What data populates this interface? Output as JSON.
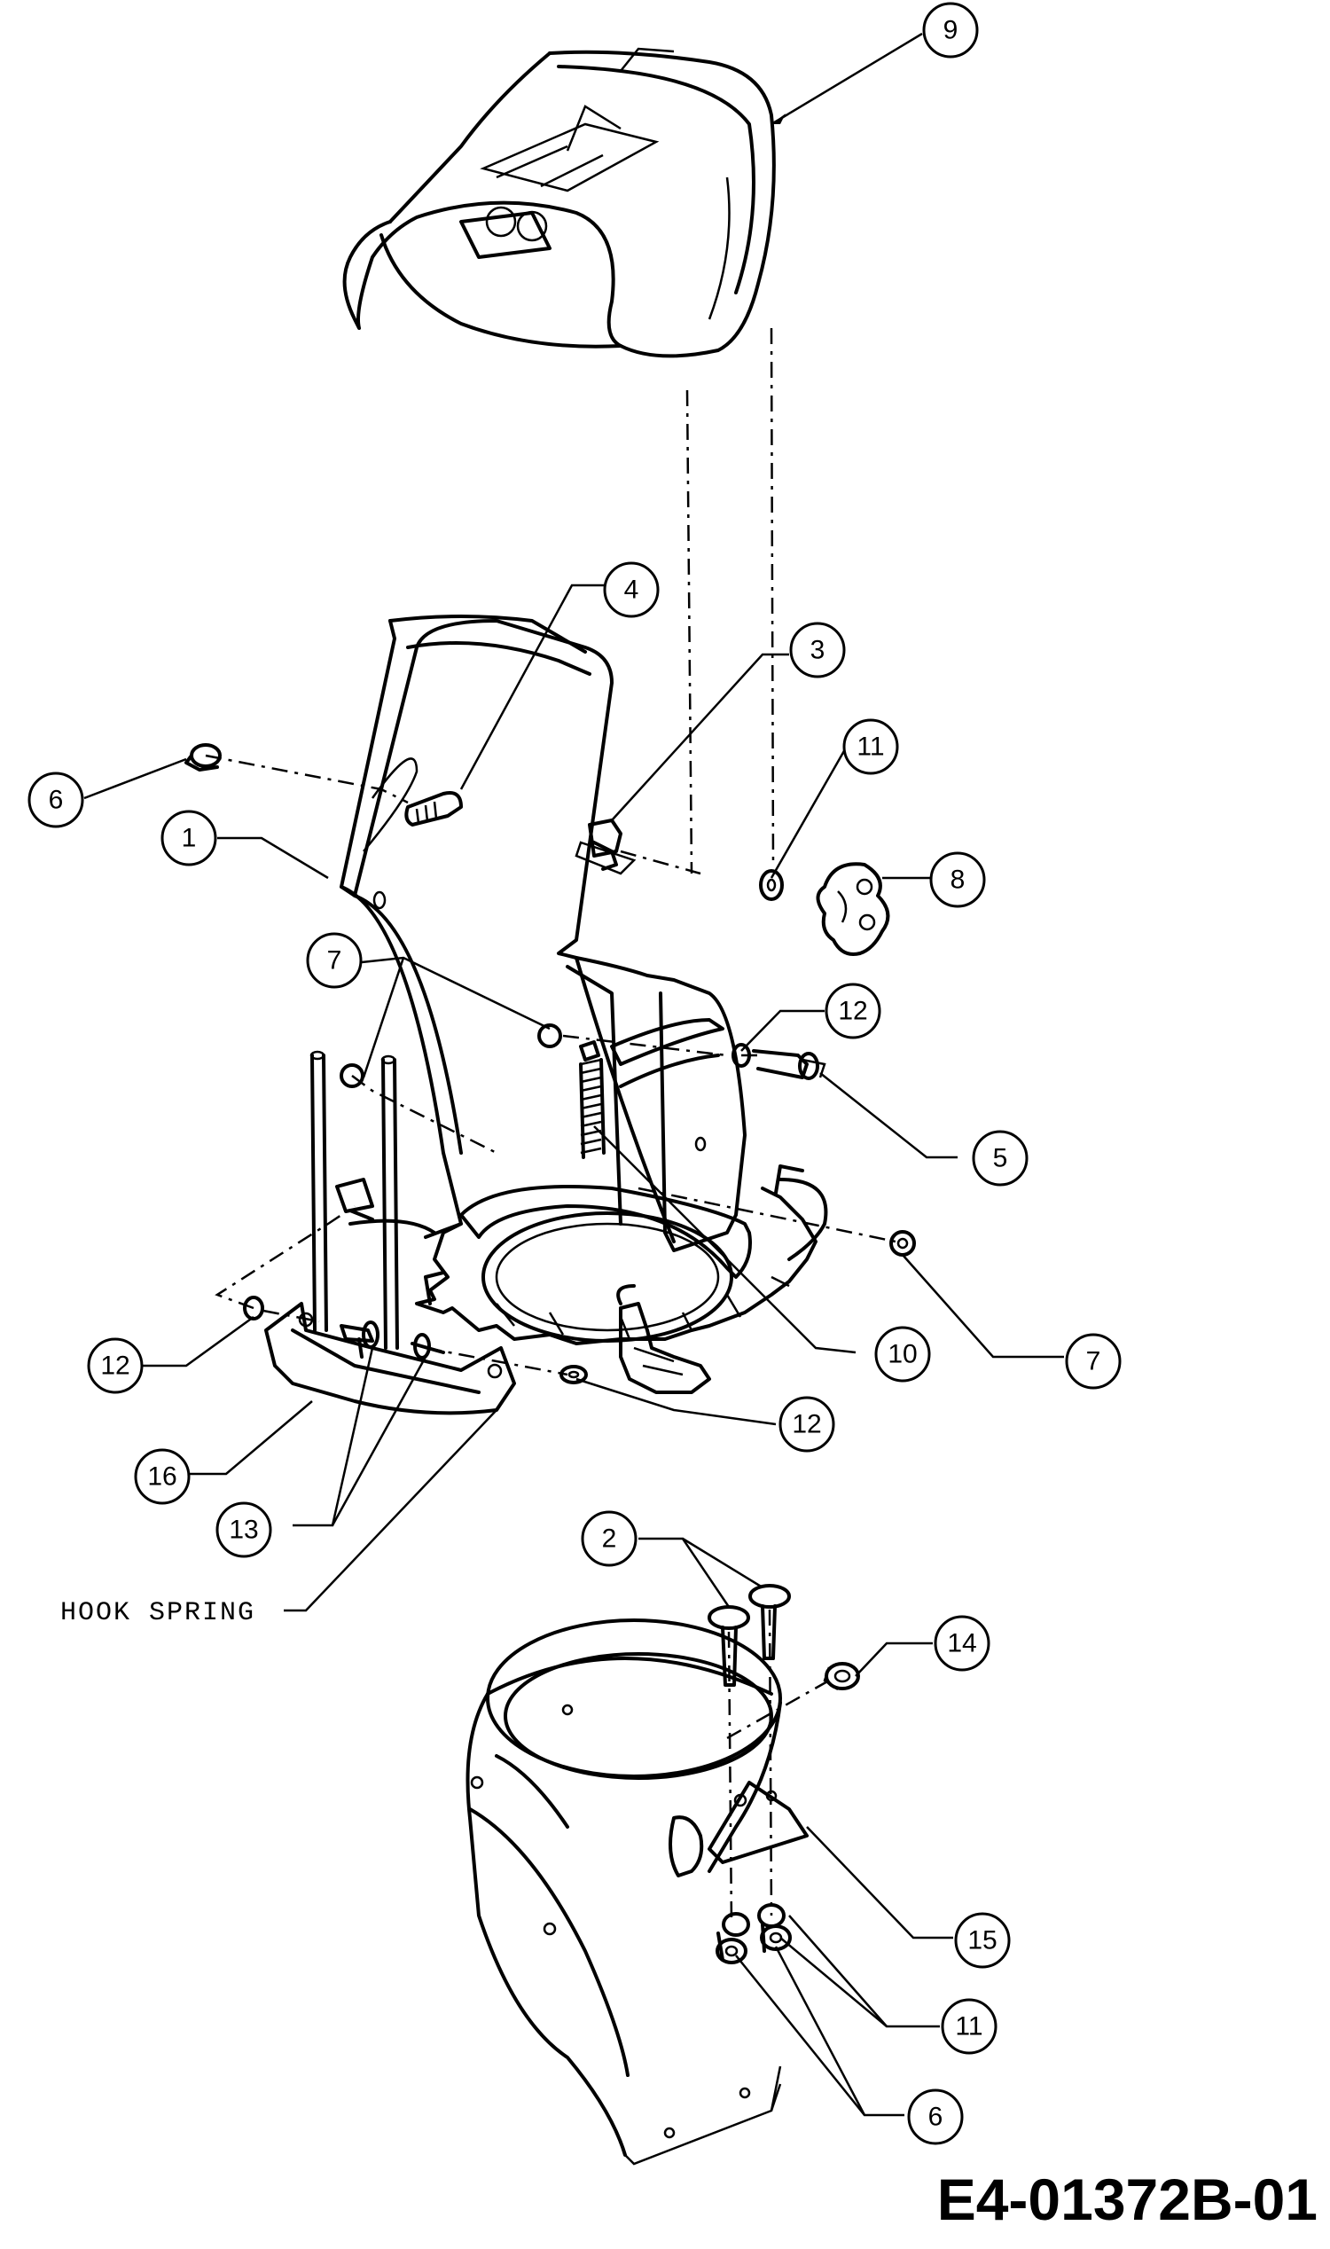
{
  "callouts": [
    {
      "id": "c9",
      "label": "9"
    },
    {
      "id": "c4",
      "label": "4"
    },
    {
      "id": "c3",
      "label": "3"
    },
    {
      "id": "c11a",
      "label": "11"
    },
    {
      "id": "c6a",
      "label": "6"
    },
    {
      "id": "c1",
      "label": "1"
    },
    {
      "id": "c8",
      "label": "8"
    },
    {
      "id": "c7a",
      "label": "7"
    },
    {
      "id": "c12a",
      "label": "12"
    },
    {
      "id": "c5",
      "label": "5"
    },
    {
      "id": "c12b",
      "label": "12"
    },
    {
      "id": "c10",
      "label": "10"
    },
    {
      "id": "c7b",
      "label": "7"
    },
    {
      "id": "c12c",
      "label": "12"
    },
    {
      "id": "c16",
      "label": "16"
    },
    {
      "id": "c13",
      "label": "13"
    },
    {
      "id": "c2",
      "label": "2"
    },
    {
      "id": "c14",
      "label": "14"
    },
    {
      "id": "c15",
      "label": "15"
    },
    {
      "id": "c11b",
      "label": "11"
    },
    {
      "id": "c6b",
      "label": "6"
    }
  ],
  "hook_spring_label": "HOOK SPRING",
  "drawing_number": "E4-01372B-01"
}
